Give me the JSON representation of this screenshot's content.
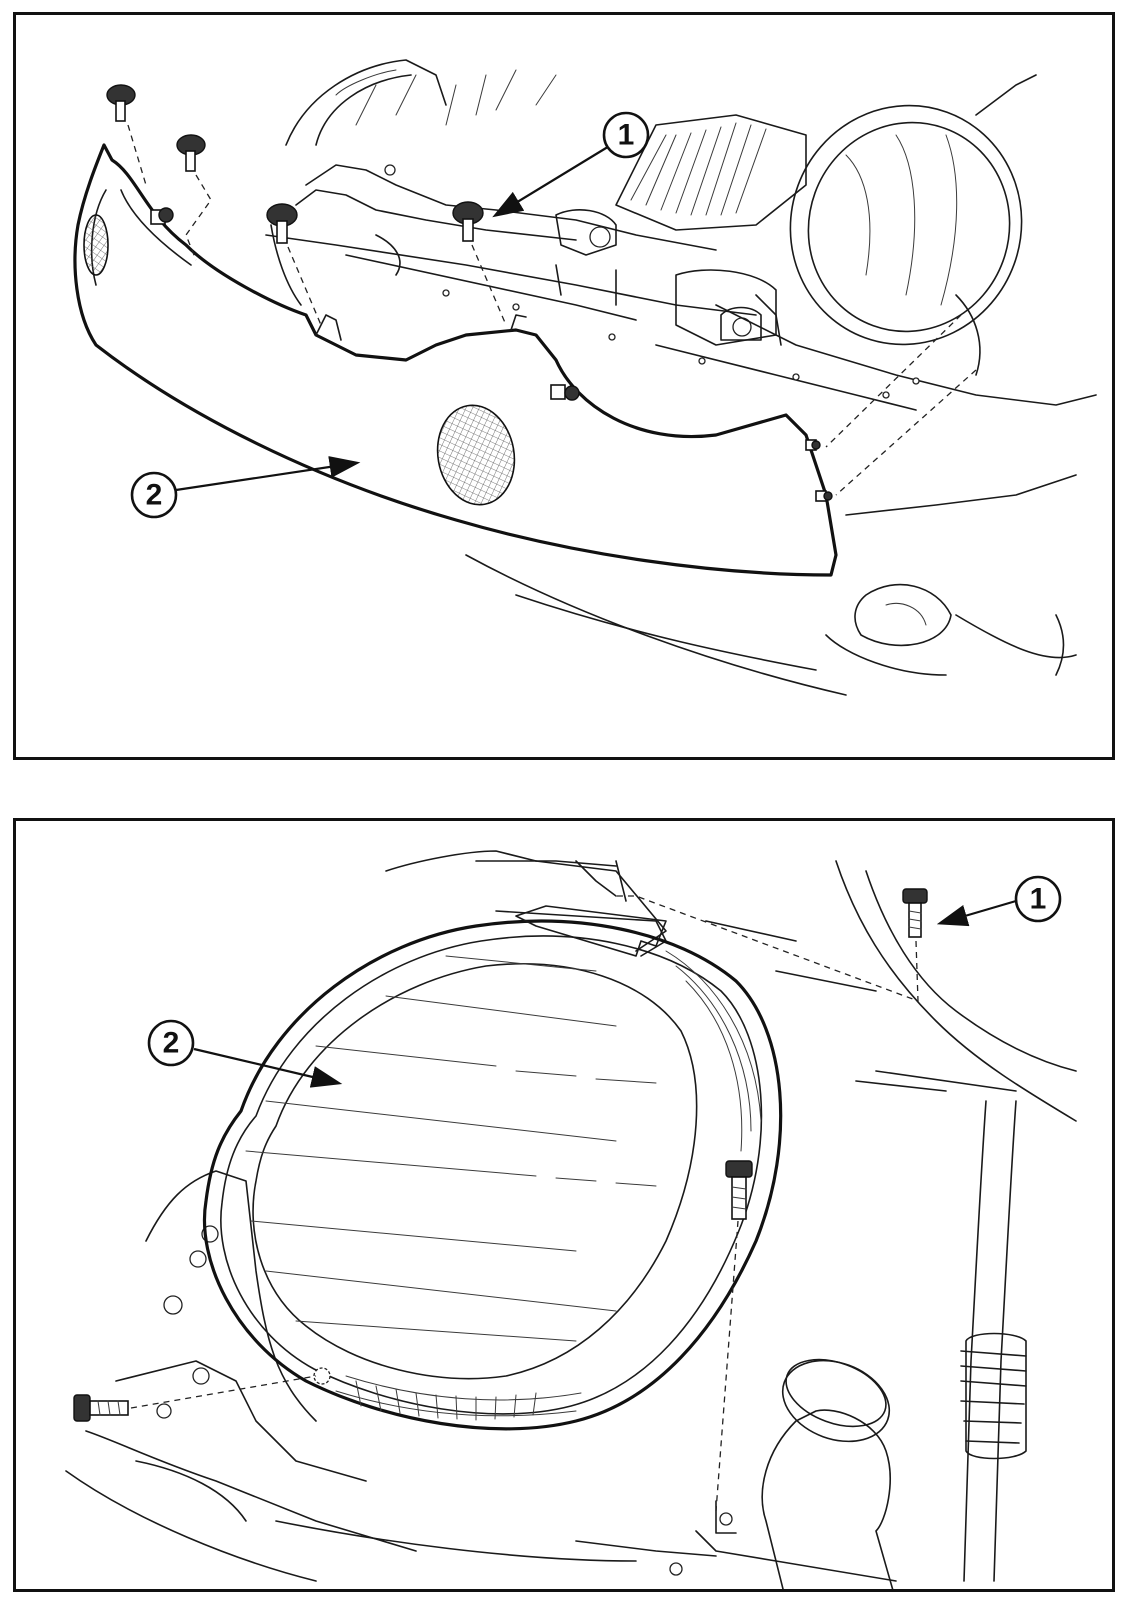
{
  "figures": [
    {
      "id": "top",
      "callouts": [
        {
          "number": "1",
          "target": "fasteners"
        },
        {
          "number": "2",
          "target": "headlamp-bezel"
        }
      ]
    },
    {
      "id": "bottom",
      "callouts": [
        {
          "number": "1",
          "target": "bolt"
        },
        {
          "number": "2",
          "target": "headlamp-assembly"
        }
      ]
    }
  ],
  "style": {
    "line_color": "#111111",
    "background": "#ffffff"
  }
}
